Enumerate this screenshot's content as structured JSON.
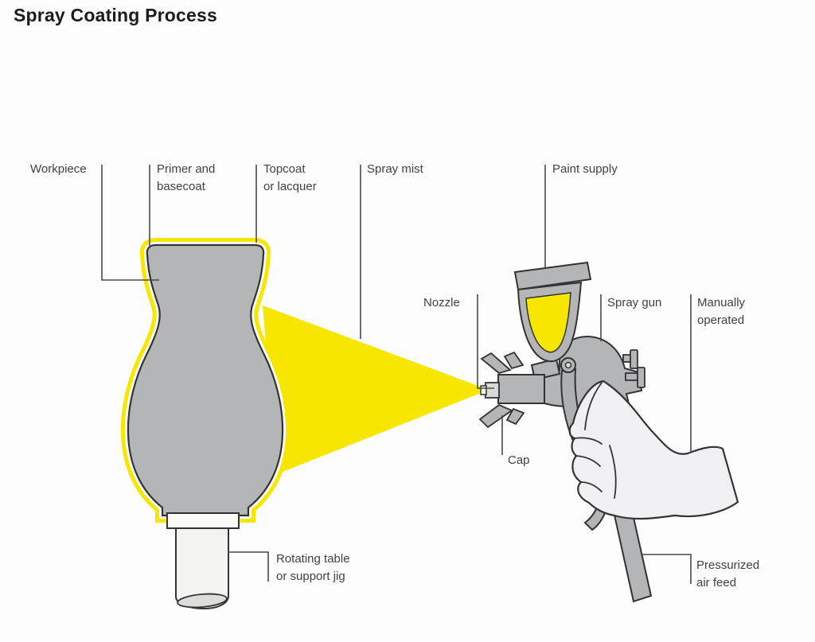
{
  "title": "Spray Coating Process",
  "labels": {
    "workpiece": {
      "lines": [
        "Workpiece"
      ]
    },
    "primer": {
      "lines": [
        "Primer and",
        "basecoat"
      ]
    },
    "topcoat": {
      "lines": [
        "Topcoat",
        "or lacquer"
      ]
    },
    "spray_mist": {
      "lines": [
        "Spray mist"
      ]
    },
    "paint_supply": {
      "lines": [
        "Paint supply"
      ]
    },
    "nozzle": {
      "lines": [
        "Nozzle"
      ]
    },
    "spray_gun": {
      "lines": [
        "Spray gun"
      ]
    },
    "manually_operated": {
      "lines": [
        "Manually",
        "operated"
      ]
    },
    "cap": {
      "lines": [
        "Cap"
      ]
    },
    "rotating_table": {
      "lines": [
        "Rotating table",
        "or support jig"
      ]
    },
    "pressurized_air": {
      "lines": [
        "Pressurized",
        "air feed"
      ]
    }
  },
  "colors": {
    "coating_yellow": "#F6E600",
    "part_gray": "#b4b5b7",
    "trigger_gray": "#aeafb1",
    "light_part": "#f3f3f1",
    "collar_light": "#fbfbf9",
    "endcap_gray": "#dedddb",
    "tip_gray": "#d9d9d7",
    "tip_light": "#f2f2f0",
    "hand_light": "#f0f0f2",
    "primer_white": "#ffffff",
    "outline": "#333333",
    "leader": "#4a4a4a",
    "label_text": "#414141",
    "title_text": "#1c1c1c",
    "background": "#fdfdfd"
  }
}
